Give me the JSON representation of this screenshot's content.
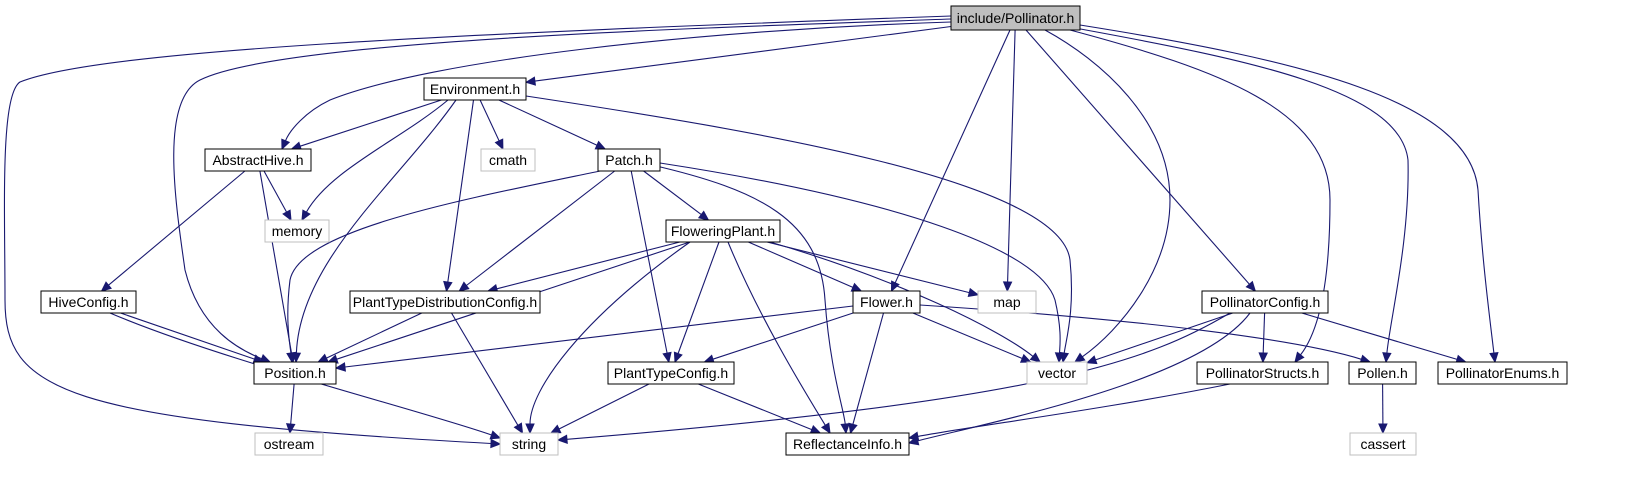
{
  "graph": {
    "edge_color": "#191970",
    "main_fill": "#bfbfbf",
    "system_border": "#bfbfbf",
    "nodes": [
      {
        "id": "pollinator",
        "label": "include/Pollinator.h",
        "kind": "main"
      },
      {
        "id": "environment",
        "label": "Environment.h",
        "kind": "local"
      },
      {
        "id": "abstracthive",
        "label": "AbstractHive.h",
        "kind": "local"
      },
      {
        "id": "cmath",
        "label": "cmath",
        "kind": "system"
      },
      {
        "id": "patch",
        "label": "Patch.h",
        "kind": "local"
      },
      {
        "id": "memory",
        "label": "memory",
        "kind": "system"
      },
      {
        "id": "floweringplant",
        "label": "FloweringPlant.h",
        "kind": "local"
      },
      {
        "id": "hiveconfig",
        "label": "HiveConfig.h",
        "kind": "local"
      },
      {
        "id": "ptdc",
        "label": "PlantTypeDistributionConfig.h",
        "kind": "local"
      },
      {
        "id": "flower",
        "label": "Flower.h",
        "kind": "local"
      },
      {
        "id": "map",
        "label": "map",
        "kind": "system"
      },
      {
        "id": "pollinatorconfig",
        "label": "PollinatorConfig.h",
        "kind": "local"
      },
      {
        "id": "position",
        "label": "Position.h",
        "kind": "local"
      },
      {
        "id": "planttypeconfig",
        "label": "PlantTypeConfig.h",
        "kind": "local"
      },
      {
        "id": "vector",
        "label": "vector",
        "kind": "system"
      },
      {
        "id": "pollinatorstructs",
        "label": "PollinatorStructs.h",
        "kind": "local"
      },
      {
        "id": "pollen",
        "label": "Pollen.h",
        "kind": "local"
      },
      {
        "id": "pollinatorenums",
        "label": "PollinatorEnums.h",
        "kind": "local"
      },
      {
        "id": "ostream",
        "label": "ostream",
        "kind": "system"
      },
      {
        "id": "string",
        "label": "string",
        "kind": "system"
      },
      {
        "id": "reflectanceinfo",
        "label": "ReflectanceInfo.h",
        "kind": "local"
      },
      {
        "id": "cassert",
        "label": "cassert",
        "kind": "system"
      }
    ],
    "edges": [
      {
        "from": "pollinator",
        "to": "environment"
      },
      {
        "from": "pollinator",
        "to": "abstracthive"
      },
      {
        "from": "pollinator",
        "to": "position"
      },
      {
        "from": "pollinator",
        "to": "string"
      },
      {
        "from": "pollinator",
        "to": "flower"
      },
      {
        "from": "pollinator",
        "to": "map"
      },
      {
        "from": "pollinator",
        "to": "vector"
      },
      {
        "from": "pollinator",
        "to": "pollinatorconfig"
      },
      {
        "from": "pollinator",
        "to": "pollinatorstructs"
      },
      {
        "from": "pollinator",
        "to": "pollen"
      },
      {
        "from": "pollinator",
        "to": "pollinatorenums"
      },
      {
        "from": "environment",
        "to": "abstracthive"
      },
      {
        "from": "environment",
        "to": "memory"
      },
      {
        "from": "environment",
        "to": "position"
      },
      {
        "from": "environment",
        "to": "ptdc"
      },
      {
        "from": "environment",
        "to": "cmath"
      },
      {
        "from": "environment",
        "to": "patch"
      },
      {
        "from": "environment",
        "to": "vector"
      },
      {
        "from": "abstracthive",
        "to": "memory"
      },
      {
        "from": "abstracthive",
        "to": "hiveconfig"
      },
      {
        "from": "abstracthive",
        "to": "position"
      },
      {
        "from": "patch",
        "to": "position"
      },
      {
        "from": "patch",
        "to": "ptdc"
      },
      {
        "from": "patch",
        "to": "floweringplant"
      },
      {
        "from": "patch",
        "to": "planttypeconfig"
      },
      {
        "from": "patch",
        "to": "reflectanceinfo"
      },
      {
        "from": "patch",
        "to": "vector"
      },
      {
        "from": "floweringplant",
        "to": "ptdc"
      },
      {
        "from": "floweringplant",
        "to": "position"
      },
      {
        "from": "floweringplant",
        "to": "string"
      },
      {
        "from": "floweringplant",
        "to": "planttypeconfig"
      },
      {
        "from": "floweringplant",
        "to": "reflectanceinfo"
      },
      {
        "from": "floweringplant",
        "to": "flower"
      },
      {
        "from": "floweringplant",
        "to": "map"
      },
      {
        "from": "floweringplant",
        "to": "vector"
      },
      {
        "from": "hiveconfig",
        "to": "position"
      },
      {
        "from": "hiveconfig",
        "to": "string"
      },
      {
        "from": "ptdc",
        "to": "position"
      },
      {
        "from": "ptdc",
        "to": "string"
      },
      {
        "from": "flower",
        "to": "position"
      },
      {
        "from": "flower",
        "to": "planttypeconfig"
      },
      {
        "from": "flower",
        "to": "reflectanceinfo"
      },
      {
        "from": "flower",
        "to": "vector"
      },
      {
        "from": "flower",
        "to": "pollen"
      },
      {
        "from": "pollinatorconfig",
        "to": "vector"
      },
      {
        "from": "pollinatorconfig",
        "to": "string"
      },
      {
        "from": "pollinatorconfig",
        "to": "reflectanceinfo"
      },
      {
        "from": "pollinatorconfig",
        "to": "pollinatorstructs"
      },
      {
        "from": "pollinatorconfig",
        "to": "pollinatorenums"
      },
      {
        "from": "position",
        "to": "ostream"
      },
      {
        "from": "planttypeconfig",
        "to": "string"
      },
      {
        "from": "planttypeconfig",
        "to": "reflectanceinfo"
      },
      {
        "from": "pollinatorstructs",
        "to": "reflectanceinfo"
      },
      {
        "from": "pollen",
        "to": "cassert"
      }
    ]
  }
}
